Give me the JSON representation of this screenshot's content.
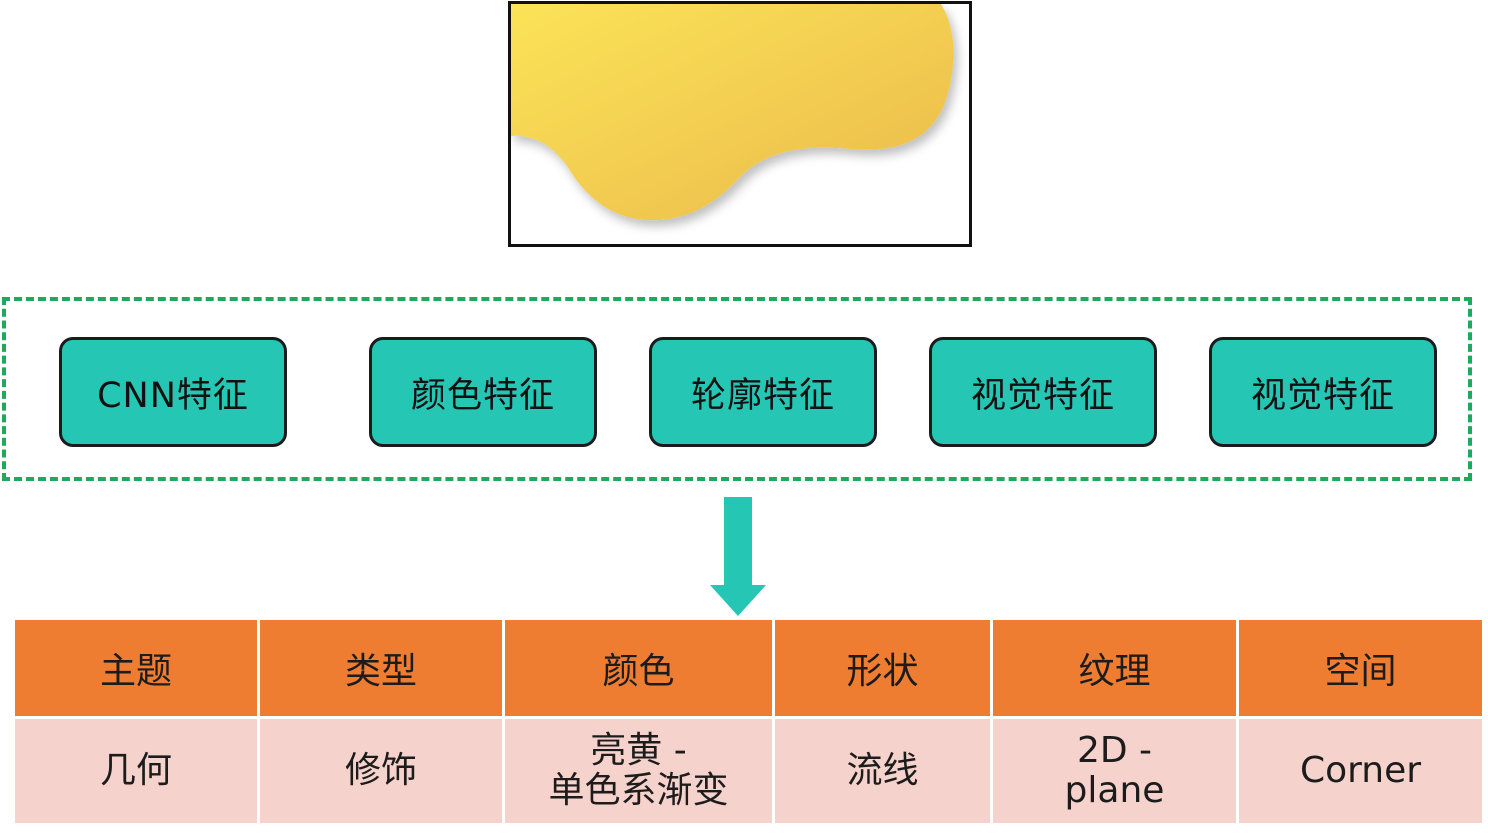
{
  "features": [
    "CNN特征",
    "颜色特征",
    "轮廓特征",
    "视觉特征",
    "视觉特征"
  ],
  "table": {
    "headers": [
      "主题",
      "类型",
      "颜色",
      "形状",
      "纹理",
      "空间"
    ],
    "values": [
      "几何",
      "修饰",
      "亮黄 -\n单色系渐变",
      "流线",
      "2D -\nplane",
      "Corner"
    ]
  },
  "colors": {
    "feature_fill": "#26c6b4",
    "dashed_border": "#1fa95a",
    "arrow": "#26c6b4",
    "header_fill": "#ee7d31",
    "cell_fill": "#f5d2cb",
    "shape_gradient": [
      "#fbe357",
      "#ebb94b"
    ]
  }
}
